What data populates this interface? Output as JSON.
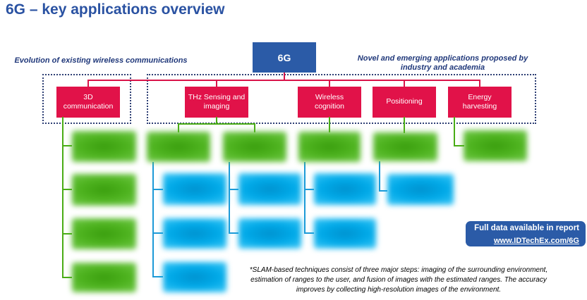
{
  "title": "6G – key applications overview",
  "root": {
    "label": "6G"
  },
  "group_labels": {
    "left": "Evolution of existing wireless communications",
    "right_line1": "Novel and emerging applications proposed by",
    "right_line2": "industry and academia"
  },
  "categories": [
    {
      "label": "3D communication"
    },
    {
      "label": "THz Sensing and imaging"
    },
    {
      "label": "Wireless cognition"
    },
    {
      "label": "Positioning"
    },
    {
      "label": "Energy harvesting"
    }
  ],
  "report_box": {
    "line1": "Full data available in report",
    "link": "www.IDTechEx.com/6G"
  },
  "footnote": {
    "line1": "*SLAM-based techniques consist of three major steps: imaging of the surrounding environment,",
    "line2": "estimation of ranges to the user, and fusion of images with the estimated ranges. The accuracy",
    "line3": "improves by collecting high-resolution images of the environment."
  },
  "colors": {
    "title_blue": "#2a52a2",
    "node_blue": "#2b5ba7",
    "category_red": "#e11249",
    "redacted_green": "#4eb31f",
    "redacted_cyan": "#00a9e8",
    "connector_green": "#49ac15",
    "connector_blue": "#1d9ad7",
    "dotted_navy": "#2e3f74"
  }
}
